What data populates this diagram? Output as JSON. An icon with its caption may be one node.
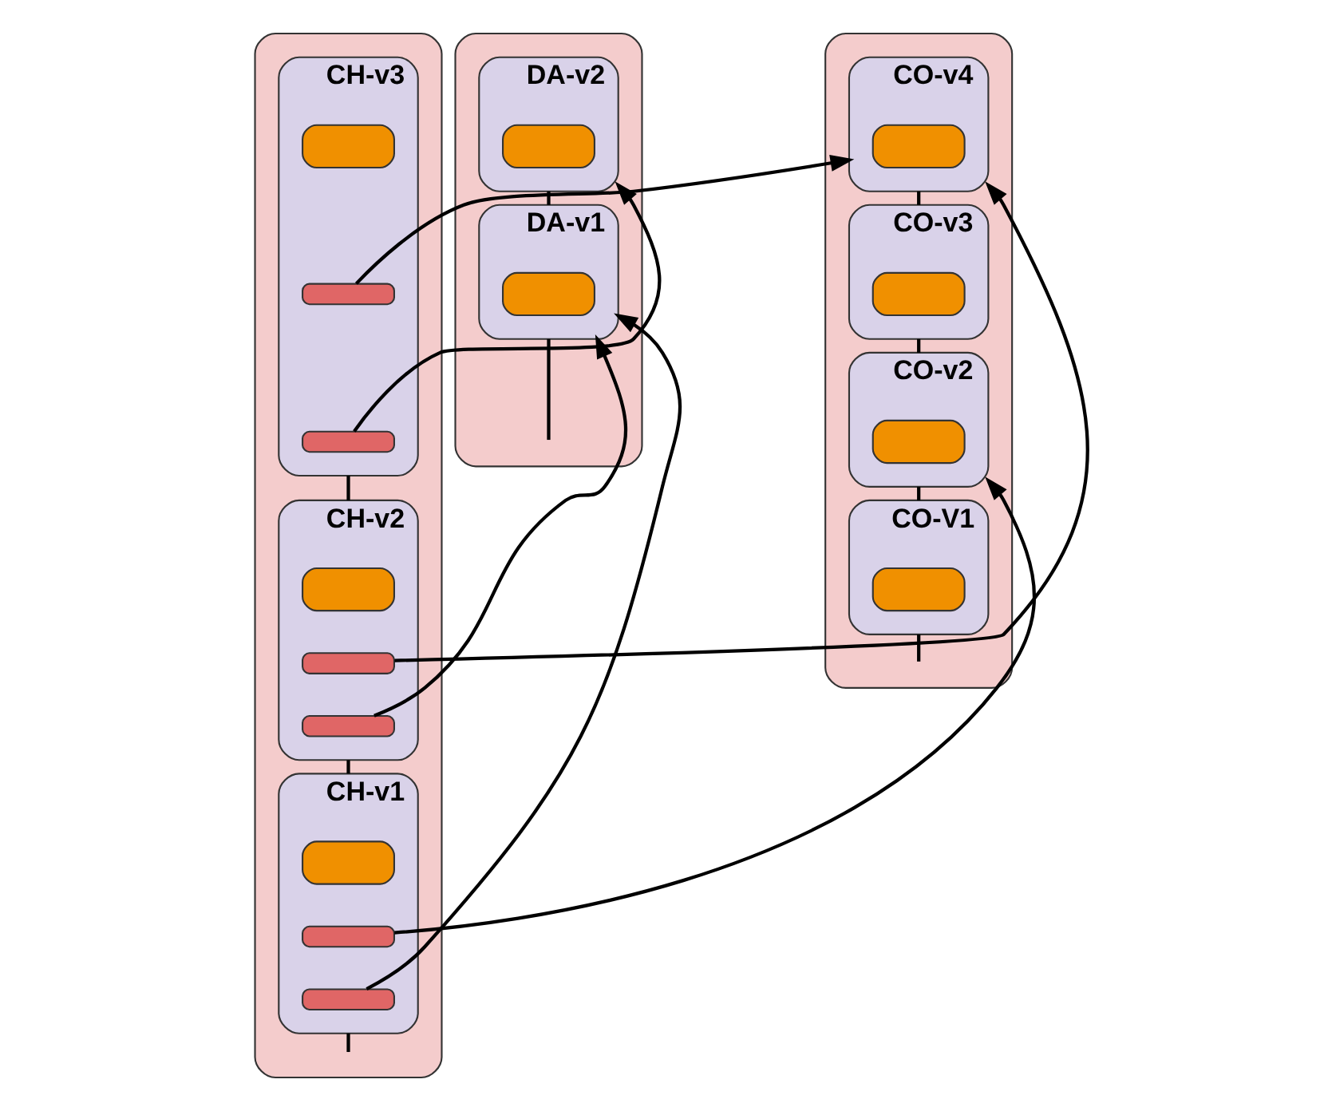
{
  "diagram": {
    "nodes": [
      {
        "text": [],
        "shape": "cylinder"
      },
      {
        "text": [],
        "shape": "box",
        "in": 0,
        "beside": [
          "CH-v3"
        ]
      },
      {
        "text": [],
        "shape": "box",
        "in": 1
      },
      {
        "text": [],
        "shape": "box",
        "in": 1
      },
      {
        "text": [],
        "shape": "box",
        "in": 1
      },
      {
        "text": [],
        "shape": "box",
        "in": 0,
        "beside": [
          "CH-v2"
        ]
      },
      {
        "text": [],
        "shape": "box",
        "in": 5
      },
      {
        "text": [],
        "shape": "box",
        "in": 5
      },
      {
        "text": [],
        "shape": "box",
        "in": 5
      },
      {
        "text": [],
        "shape": "box",
        "in": 0,
        "beside": [
          "CH-v1"
        ]
      },
      {
        "text": [],
        "shape": "box",
        "in": 9
      },
      {
        "text": [],
        "shape": "box",
        "in": 9
      },
      {
        "text": [],
        "shape": "box",
        "in": 9
      },
      {
        "text": [],
        "shape": "cylinder"
      },
      {
        "text": [],
        "shape": "box",
        "in": 13,
        "beside": [
          "CO-v4"
        ]
      },
      {
        "text": [],
        "shape": "box",
        "in": 14
      },
      {
        "text": [],
        "shape": "box",
        "in": 13,
        "beside": [
          "CO-v3"
        ]
      },
      {
        "text": [],
        "shape": "box",
        "in": 16
      },
      {
        "text": [],
        "shape": "box",
        "in": 13,
        "beside": [
          "CO-v2"
        ]
      },
      {
        "text": [],
        "shape": "box",
        "in": 18
      },
      {
        "text": [],
        "shape": "box",
        "in": 13,
        "beside": [
          "CO-V1"
        ]
      },
      {
        "text": [],
        "shape": "box",
        "in": 20
      },
      {
        "text": [],
        "shape": "cylinder"
      },
      {
        "text": [],
        "shape": "box",
        "in": 22,
        "beside": [
          "DA-v2"
        ]
      },
      {
        "text": [],
        "shape": "box",
        "in": 23
      },
      {
        "text": [],
        "shape": "box",
        "in": 22,
        "beside": [
          "DA-v1"
        ]
      },
      {
        "text": [],
        "shape": "box",
        "in": 25
      }
    ],
    "edges": [
      {
        "from": 1,
        "to": 5,
        "arrow": "none"
      },
      {
        "from": 5,
        "to": 9,
        "arrow": "none"
      },
      {
        "from": 9,
        "to": null,
        "arrow": "none"
      },
      {
        "from": 14,
        "to": 16,
        "arrow": "none"
      },
      {
        "from": 16,
        "to": 18,
        "arrow": "none"
      },
      {
        "from": 18,
        "to": 20,
        "arrow": "none"
      },
      {
        "from": 20,
        "to": null,
        "arrow": "none"
      },
      {
        "from": 23,
        "to": 25,
        "arrow": "none"
      },
      {
        "from": 25,
        "to": null,
        "arrow": "none"
      },
      {
        "from": 3,
        "to": 14,
        "arrow": "to"
      },
      {
        "from": 4,
        "to": 23,
        "arrow": "to"
      },
      {
        "from": 7,
        "to": 14,
        "arrow": "to"
      },
      {
        "from": 8,
        "to": 25,
        "arrow": "to"
      },
      {
        "from": 11,
        "to": 18,
        "arrow": "to"
      },
      {
        "from": 12,
        "to": 25,
        "arrow": "to"
      }
    ]
  }
}
